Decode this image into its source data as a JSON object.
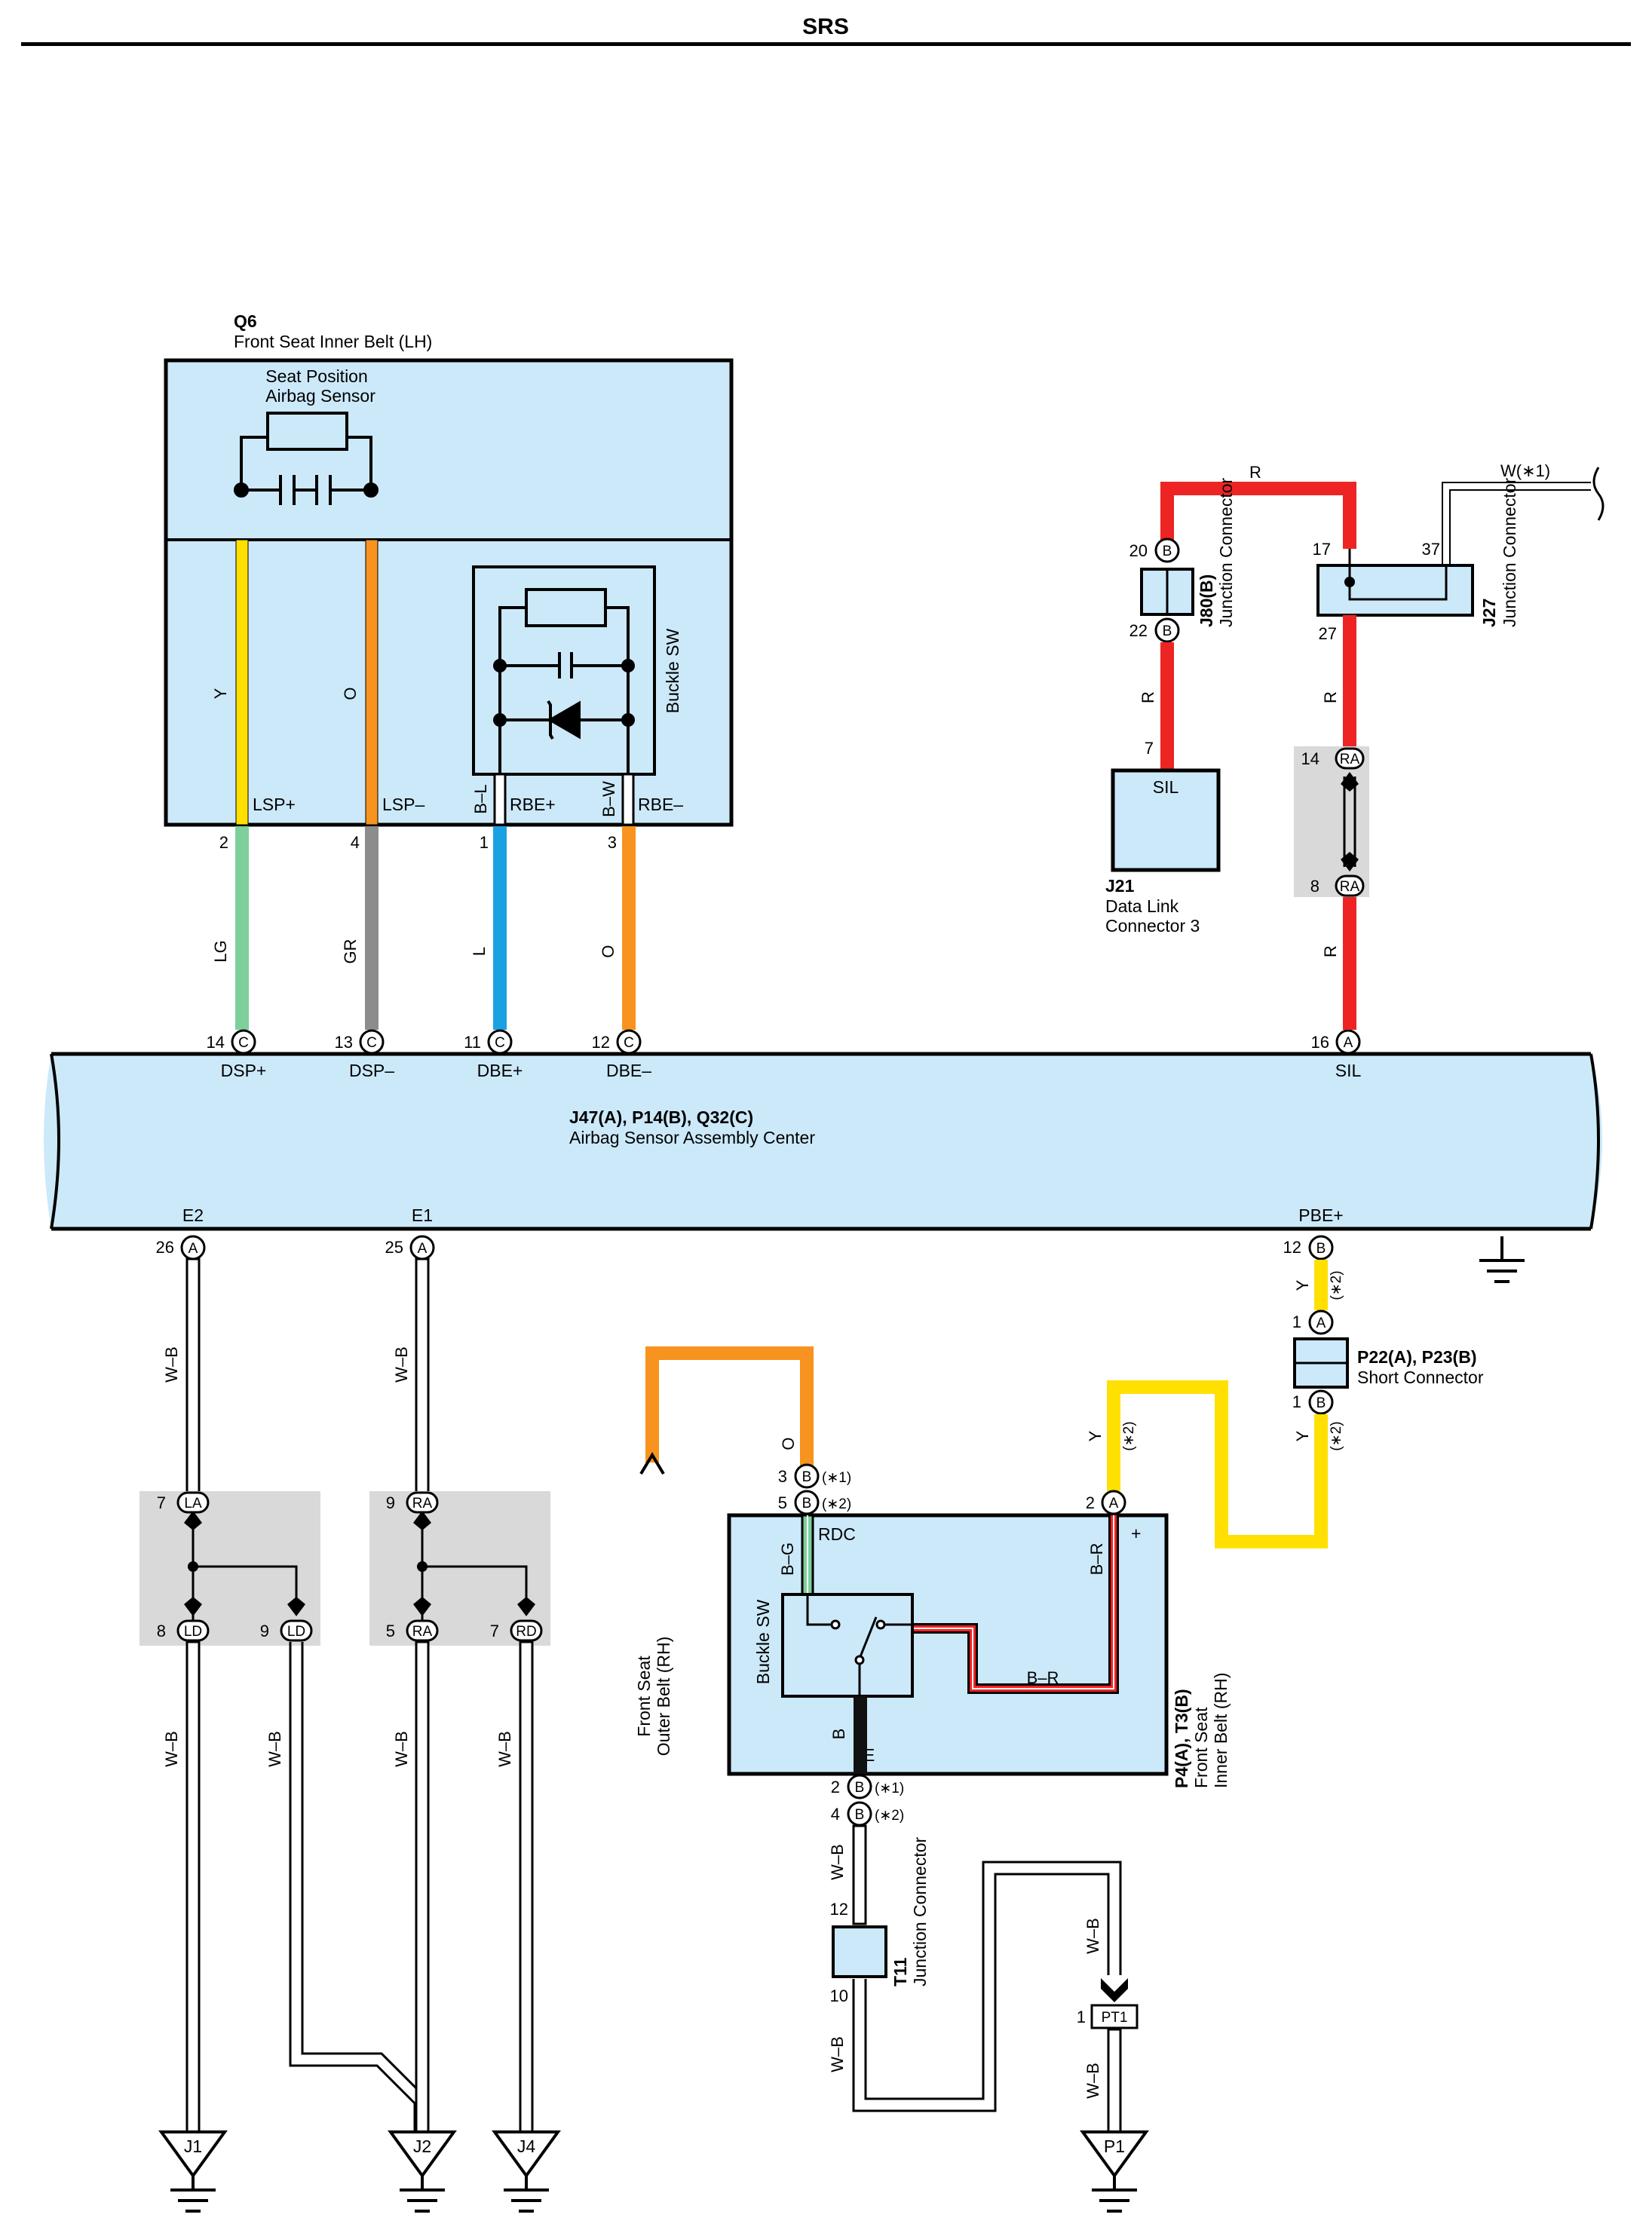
{
  "header": {
    "title": "SRS"
  },
  "components": {
    "q6": {
      "id": "Q6",
      "name": "Front Seat Inner Belt (LH)",
      "sensor": "Seat Position Airbag Sensor",
      "sensor_line1": "Seat Position",
      "sensor_line2": "Airbag Sensor",
      "buckle": "Buckle SW"
    },
    "ecu": {
      "id": "J47(A), P14(B), Q32(C)",
      "name": "Airbag Sensor Assembly Center"
    },
    "j80": {
      "id": "J80(B)",
      "name": "Junction Connector"
    },
    "j27": {
      "id": "J27",
      "name": "Junction Connector"
    },
    "j21": {
      "id": "J21",
      "name": "Data Link Connector 3",
      "name_line1": "Data Link",
      "name_line2": "Connector 3",
      "term": "SIL"
    },
    "p22": {
      "id": "P22(A), P23(B)",
      "name": "Short Connector"
    },
    "p4": {
      "id": "P4(A), T3(B)",
      "name": "Front Seat Inner Belt (RH)",
      "name_line1": "Front Seat",
      "name_line2": "Inner Belt (RH)",
      "buckle": "Buckle SW",
      "rdc": "RDC",
      "e": "E",
      "plus": "+"
    },
    "t11": {
      "id": "T11",
      "name": "Junction Connector"
    },
    "outer_belt": {
      "line1": "Front Seat",
      "line2": "Outer Belt (RH)"
    }
  },
  "q6_terms": [
    "LSP+",
    "LSP–",
    "RBE+",
    "RBE–"
  ],
  "ecu_top_terms": [
    "DSP+",
    "DSP–",
    "DBE+",
    "DBE–",
    "SIL"
  ],
  "ecu_bottom_terms": [
    "E2",
    "E1",
    "PBE+"
  ],
  "wire_colors": {
    "Y": "#ffe000",
    "O": "#f7931e",
    "LG": "#7dcf9b",
    "GR": "#8c8c8c",
    "L": "#1ba1e2",
    "R": "#ee2424",
    "B": "#111111",
    "W": "#ffffff",
    "box_fill": "#cce9fa",
    "splice_fill": "#d9d9d9"
  },
  "wire_labels": {
    "y": "Y",
    "o": "O",
    "lg": "LG",
    "gr": "GR",
    "l": "L",
    "r": "R",
    "wb": "W–B",
    "w1": "W(∗1)",
    "bl": "B–L",
    "bw": "B–W",
    "bg": "B–G",
    "br": "B–R",
    "b": "B",
    "y2": "Y",
    "y2_note": "(∗2)"
  },
  "pins": {
    "p2": "2",
    "p4": "4",
    "p1": "1",
    "p3": "3",
    "p14": "14",
    "p13": "13",
    "p11": "11",
    "p12": "12",
    "p16": "16",
    "p26": "26",
    "p25": "25",
    "p12b": "12",
    "p20": "20",
    "p22": "22",
    "p17": "17",
    "p37": "37",
    "p27": "27",
    "p7": "7",
    "p14ra": "14",
    "p8ra": "8",
    "p1a": "1",
    "p1b": "1",
    "p3b": "3",
    "p5b": "5",
    "p2a": "2",
    "p2b": "2",
    "p4b": "4",
    "p12t": "12",
    "p10t": "10",
    "p1pt": "1",
    "p7la": "7",
    "p8ld": "8",
    "p9ld": "9",
    "p9ra": "9",
    "p5ra": "5",
    "p7rd": "7"
  },
  "connector_letters": {
    "A": "A",
    "B": "B",
    "C": "C",
    "LA": "LA",
    "LD": "LD",
    "RA": "RA",
    "RD": "RD",
    "PT1": "PT1"
  },
  "notes": {
    "n1": "(∗1)",
    "n2": "(∗2)"
  },
  "grounds": {
    "j1": "J1",
    "j2": "J2",
    "j4": "J4",
    "p1": "P1"
  }
}
